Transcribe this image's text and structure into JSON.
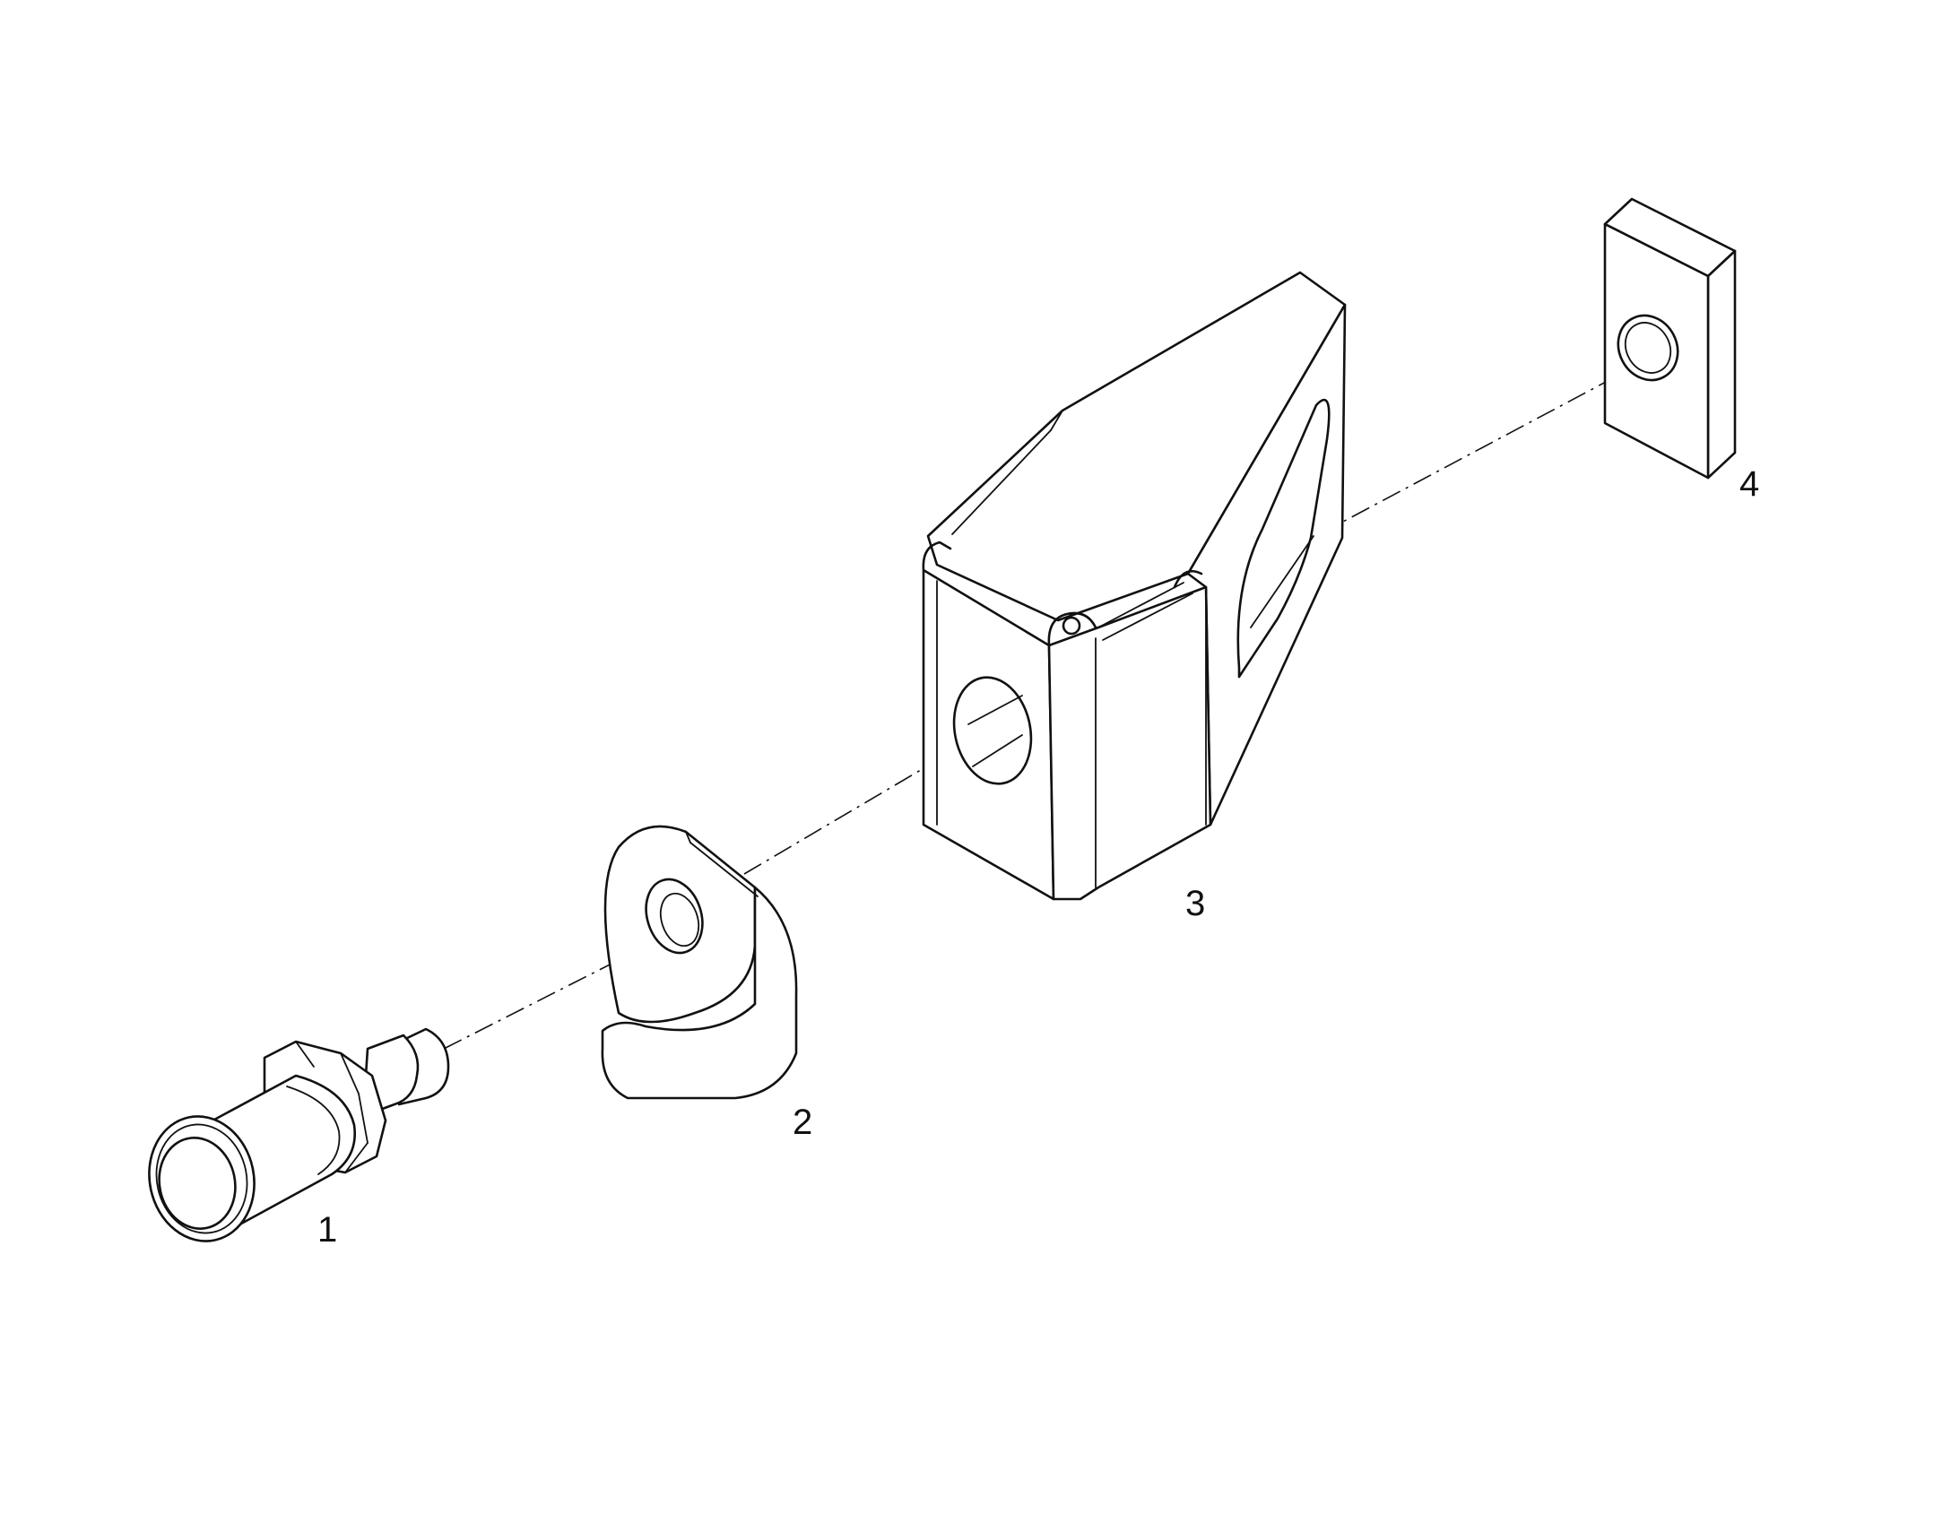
{
  "parts": [
    {
      "id": "1",
      "label": "1",
      "icon": "quick-coupling-fitting"
    },
    {
      "id": "2",
      "label": "2",
      "icon": "curved-bracket-clip"
    },
    {
      "id": "3",
      "label": "3",
      "icon": "mounting-block"
    },
    {
      "id": "4",
      "label": "4",
      "icon": "nut-plate"
    }
  ],
  "colors": {
    "line": "#111111",
    "background": "#ffffff"
  }
}
